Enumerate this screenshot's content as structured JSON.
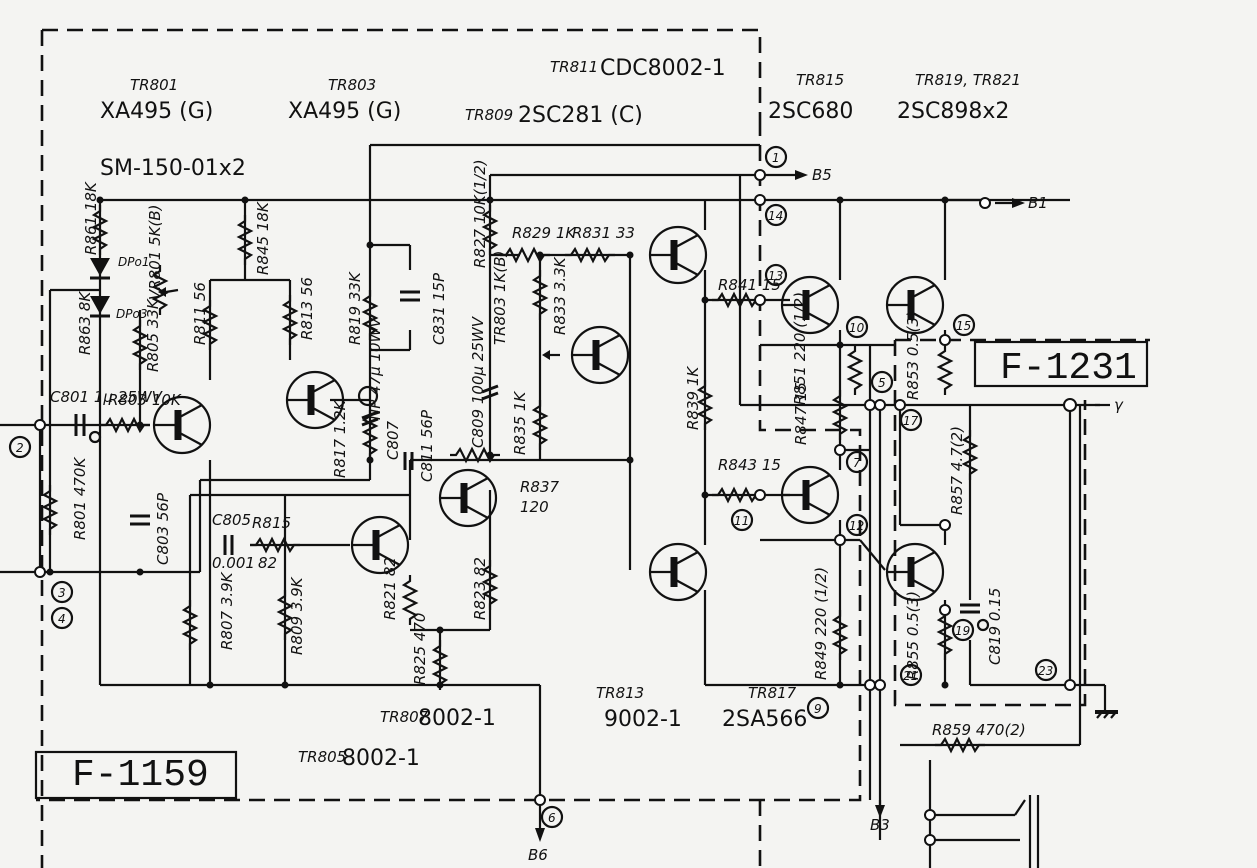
{
  "blocks": {
    "left_block": "F-1159",
    "right_block": "F-1231"
  },
  "headers": {
    "tr801_name": "TR801",
    "tr801_type": "XA495 (G)",
    "tr803_name": "TR803",
    "tr803_type": "XA495 (G)",
    "tr811_name": "TR811",
    "tr811_type": "CDC8002-1",
    "tr809_name": "TR809",
    "tr809_type": "2SC281 (C)",
    "tr815_name": "TR815",
    "tr815_type": "2SC680",
    "tr819_name": "TR819, TR821",
    "tr819_type": "2SC898x2",
    "diode_pair": "SM-150-01x2",
    "tr807_name": "TR807",
    "tr807_type": "8002-1",
    "tr805_name": "TR805",
    "tr805_type": "8002-1",
    "tr813_name": "TR813",
    "tr813_type": "9002-1",
    "tr817_name": "TR817",
    "tr817_type": "2SA566"
  },
  "components": {
    "r861": "R861 18K",
    "dpo1": "DPo1",
    "dpo3": "DPo3",
    "vr801": "VR801 5K(B)",
    "r863": "R863 8K",
    "r805": "R805 33K",
    "r845": "R845 18K",
    "r811": "R811 56",
    "r813": "R813 56",
    "r819": "R819 33K",
    "c831": "C831 15P",
    "r827": "R827 10K(1/2)",
    "r829": "R829 1K",
    "r831": "R831 33",
    "r841": "R841 15",
    "c801": "C801 1μ 25WV",
    "r803": "R803 10K",
    "np_cap": "NP 47μ 10WV",
    "c807": "C807",
    "tr803_pot": "TR803 1K(B)",
    "r833": "R833 3.3K",
    "c809": "C809 100μ 25WV",
    "r835": "R835 1K",
    "r839": "R839 1K",
    "r851": "R851 220 (1/2)",
    "r853": "R853 0.5(3)",
    "r847": "R847 15",
    "r817": "R817 1.2K",
    "c811": "C811 56P",
    "r801": "R801 470K",
    "c803": "C803 56P",
    "r837": "R837",
    "r837_val": "120",
    "r843": "R843 15",
    "r857": "R857 4.7(2)",
    "c805": "C805",
    "c805_val": "0.001",
    "r815": "R815",
    "r815_val": "82",
    "r807": "R807 3.9K",
    "r809": "R809 3.9K",
    "r821": "R821 82",
    "r823": "R823 82",
    "r825": "R825 470",
    "r849": "R849 220 (1/2)",
    "r855": "R855 0.5(3)",
    "c819": "C819 0.15",
    "r859": "R859 470(2)"
  },
  "nodes": {
    "n1": "1",
    "n2": "2",
    "n3": "3",
    "n4": "4",
    "n5": "5",
    "n6": "6",
    "n7": "7",
    "n9": "9",
    "n10": "10",
    "n11": "11",
    "n12": "12",
    "n13": "13",
    "n14": "14",
    "n15": "15",
    "n17": "17",
    "n19": "19",
    "n21": "21",
    "n23": "23"
  },
  "rails": {
    "b1": "B1",
    "b3": "B3",
    "b5": "B5",
    "b6": "B6",
    "gamma": "γ"
  }
}
